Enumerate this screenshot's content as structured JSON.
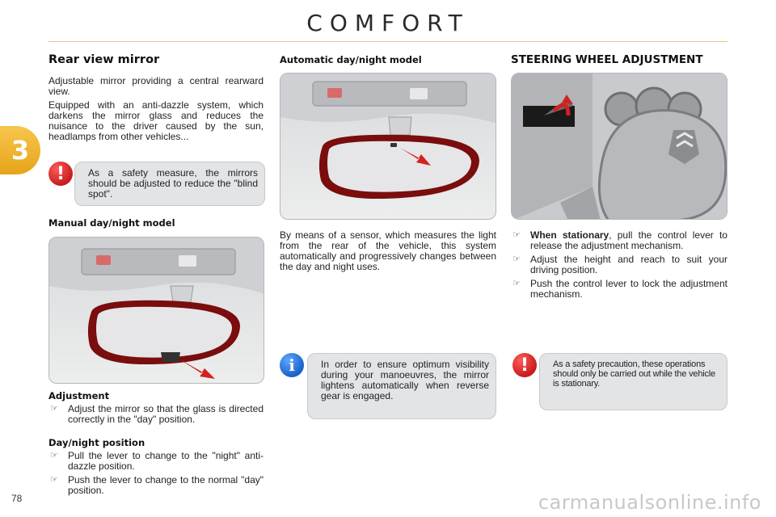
{
  "header": {
    "title": "COMFORT"
  },
  "chapter": {
    "number": "3"
  },
  "footer": {
    "page_number": "78",
    "watermark": "carmanualsonline.info"
  },
  "left": {
    "heading": "Rear view mirror",
    "p1": "Adjustable mirror providing a central rearward view.",
    "p2": "Equipped with an anti-dazzle system, which darkens the mirror glass and reduces the nuisance to the driver caused by the sun, headlamps from other vehicles...",
    "warning": "As a safety measure, the mirrors should be adjusted to reduce the \"blind spot\".",
    "manual_heading": "Manual day/night model",
    "adjustment_heading": "Adjustment",
    "adjustment_items": [
      "Adjust the mirror so that the glass is directed correctly in the \"day\" position."
    ],
    "daynight_heading": "Day/night position",
    "daynight_items": [
      "Pull the lever to change to the \"night\" anti-dazzle position.",
      "Push the lever to change to the normal \"day\" position."
    ]
  },
  "middle": {
    "heading": "Automatic day/night model",
    "body": "By means of a sensor, which measures the light from the rear of the vehicle, this system automatically and progressively changes between the day and night uses.",
    "info": "In order to ensure optimum visibility during your manoeuvres, the mirror lightens automatically when reverse gear is engaged."
  },
  "right": {
    "heading": "STEERING WHEEL ADJUSTMENT",
    "item1_lead": "When stationary",
    "item1_rest": ", pull the control lever to release the adjustment mechanism.",
    "item2": "Adjust the height and reach to suit your driving position.",
    "item3": "Push the control lever to lock the adjustment mechanism.",
    "warning": "As a safety precaution, these operations should only be carried out while the vehicle is stationary."
  },
  "icons": {
    "bullet": "☞",
    "alert": "!",
    "info": "i",
    "accent": "#e6a418",
    "alert_color": "#c81d1d",
    "info_color": "#1b62c8"
  }
}
